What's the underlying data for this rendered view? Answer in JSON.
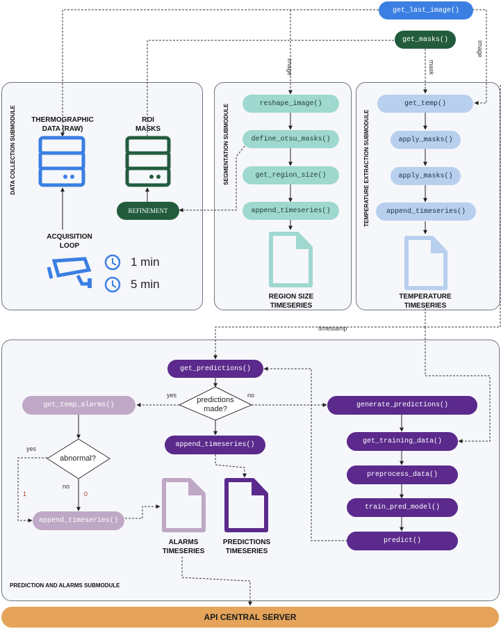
{
  "api_server": "API CENTRAL SERVER",
  "top": {
    "get_last_image": "get_last_image()",
    "get_masks": "get_masks()",
    "label_image": "image",
    "label_mask": "mask",
    "label_image_right": "image"
  },
  "data_collection": {
    "submodule_label": "DATA COLLECTION SUBMODULE",
    "thermo_title": "THERMOGRAPHIC DATA (RAW)",
    "roi_title": "ROI MASKS",
    "refinement": "REFINEMENT",
    "acq_loop": "ACQUISITION LOOP",
    "timer1": "1 min",
    "timer2": "5 min"
  },
  "segmentation": {
    "submodule_label": "SEGMENTATION SUBMODULE",
    "steps": [
      "reshape_image()",
      "define_otsu_masks()",
      "get_region_size()",
      "append_timeseries()"
    ],
    "output": "REGION SIZE TIMESERIES"
  },
  "temperature": {
    "submodule_label": "TEMPERATURE EXTRACTION SUBMODULE",
    "steps": [
      "get_temp()",
      "apply_masks()",
      "apply_masks()",
      "append_timeseries()"
    ],
    "output": "TEMPERATURE TIMESERIES"
  },
  "timestamp_label": "timestamp",
  "prediction": {
    "submodule_label": "PREDICTION AND ALARMS SUBMODULE",
    "get_predictions": "get_predictions()",
    "decision1": "predictions made?",
    "yes1": "yes",
    "no1": "no",
    "get_temp_alarms": "get_temp_alarms()",
    "append_ts_middle": "append_timeseries()",
    "generate_predictions": "generate_predictions()",
    "get_training_data": "get_training_data()",
    "preprocess_data": "preprocess_data()",
    "train_pred_model": "train_pred_model()",
    "predict": "predict()",
    "decision2": "abnormal?",
    "yes2": "yes",
    "no2": "no",
    "one": "1",
    "zero": "0",
    "append_ts_left": "append_timeseries()",
    "alarms_output": "ALARMS TIMESERIES",
    "predictions_output": "PREDICTIONS TIMESERIES"
  },
  "colors": {
    "blue": "#3b7fe3",
    "dark_green": "#235c3d",
    "teal": "#9fd8cf",
    "light_blue": "#b8cfee",
    "purple": "#5b2a8c",
    "lilac": "#bfa8c6",
    "orange": "#e5a45a"
  }
}
